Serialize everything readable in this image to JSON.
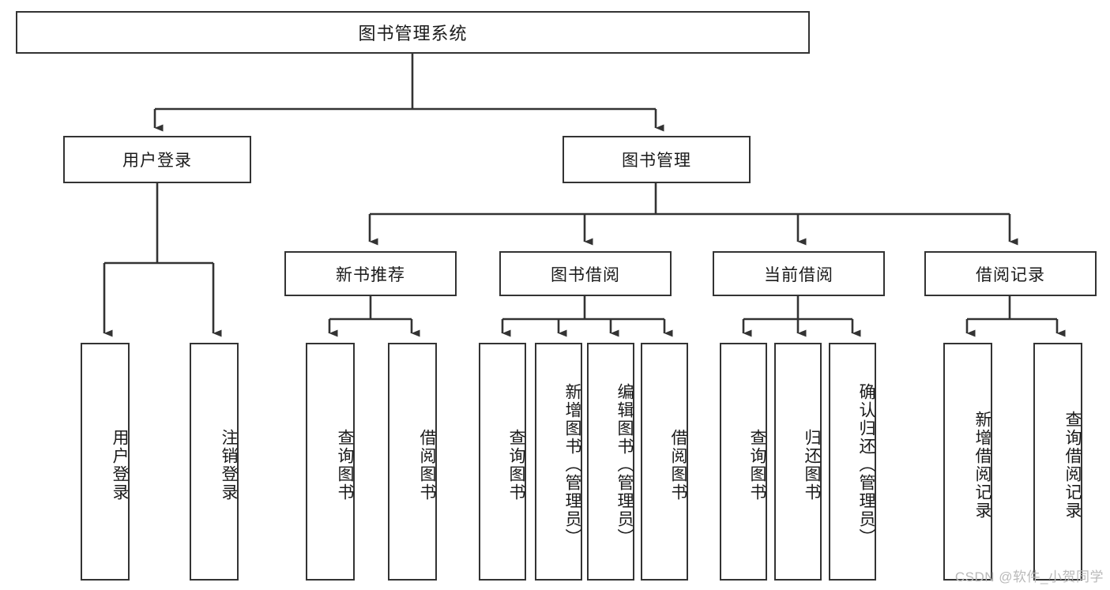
{
  "diagram": {
    "title": "图书管理系统",
    "type": "功能结构图",
    "watermark": "CSDN @软件_小贺同学",
    "colors": {
      "box_border": "#333333",
      "box_fill": "#ffffff",
      "connector": "#333333",
      "text": "#1a1a1a",
      "watermark": "#b9b9b9"
    },
    "root": {
      "label": "图书管理系统",
      "children": [
        {
          "label": "用户登录",
          "children": [
            {
              "label": "用户登录"
            },
            {
              "label": "注销登录"
            }
          ]
        },
        {
          "label": "图书管理",
          "children": [
            {
              "label": "新书推荐",
              "children": [
                {
                  "label": "查询图书"
                },
                {
                  "label": "借阅图书"
                }
              ]
            },
            {
              "label": "图书借阅",
              "children": [
                {
                  "label": "查询图书"
                },
                {
                  "label": "新增图书（管理员）"
                },
                {
                  "label": "编辑图书（管理员）"
                },
                {
                  "label": "借阅图书"
                }
              ]
            },
            {
              "label": "当前借阅",
              "children": [
                {
                  "label": "查询图书"
                },
                {
                  "label": "归还图书"
                },
                {
                  "label": "确认归还（管理员）"
                }
              ]
            },
            {
              "label": "借阅记录",
              "children": [
                {
                  "label": "新增借阅记录"
                },
                {
                  "label": "查询借阅记录"
                }
              ]
            }
          ]
        }
      ]
    },
    "nodes": {
      "root": "图书管理系统",
      "user_login": "用户登录",
      "book_manage": "图书管理",
      "new_book_rec": "新书推荐",
      "book_borrow": "图书借阅",
      "current_borrow": "当前借阅",
      "borrow_record": "借阅记录",
      "leaf_user_login": "用户登录",
      "leaf_logout": "注销登录",
      "leaf_rec_query": "查询图书",
      "leaf_rec_borrow": "借阅图书",
      "leaf_bb_query": "查询图书",
      "leaf_bb_add": "新增图书（管理员）",
      "leaf_bb_edit": "编辑图书（管理员）",
      "leaf_bb_borrow": "借阅图书",
      "leaf_cb_query": "查询图书",
      "leaf_cb_return": "归还图书",
      "leaf_cb_confirm": "确认归还（管理员）",
      "leaf_br_add": "新增借阅记录",
      "leaf_br_query": "查询借阅记录"
    }
  }
}
